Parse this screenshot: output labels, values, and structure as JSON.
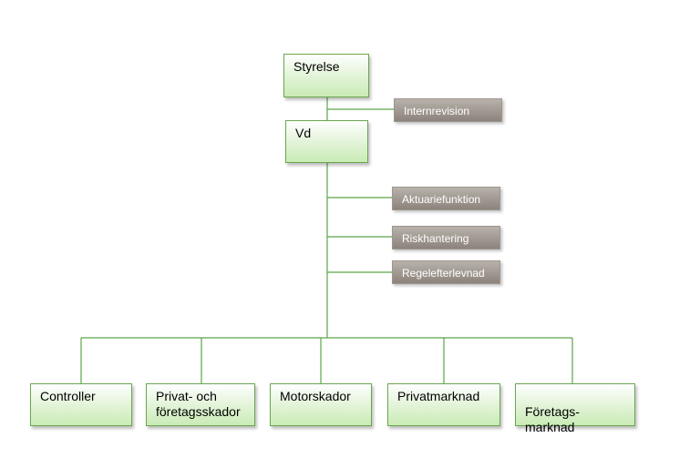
{
  "top": {
    "board": "Styrelse",
    "ceo": "Vd"
  },
  "staff": {
    "internal_audit": "Internrevision",
    "actuarial": "Aktuariefunktion",
    "risk": "Riskhantering",
    "compliance": "Regelefterlevnad"
  },
  "departments": {
    "controller": "Controller",
    "private_business_claims": "Privat- och företagsskador",
    "motor_claims": "Motorskador",
    "private_market": "Privatmarknad",
    "business_market": "Företags-\nmarknad"
  },
  "colors": {
    "line": "#5aa547",
    "box_border": "#6aa64f",
    "box_fill": "#c9ebb5",
    "staff_fill": "#a09890"
  }
}
